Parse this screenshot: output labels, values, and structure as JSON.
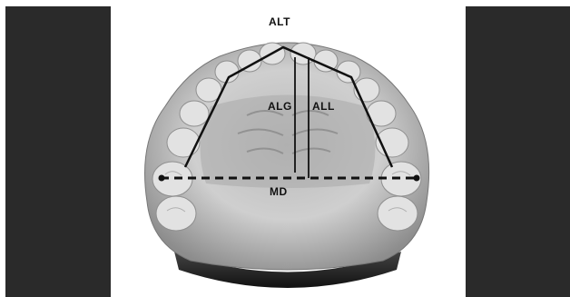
{
  "figure": {
    "labels": {
      "alt": "ALT",
      "alg": "ALG",
      "all": "ALL",
      "md": "MD"
    }
  }
}
